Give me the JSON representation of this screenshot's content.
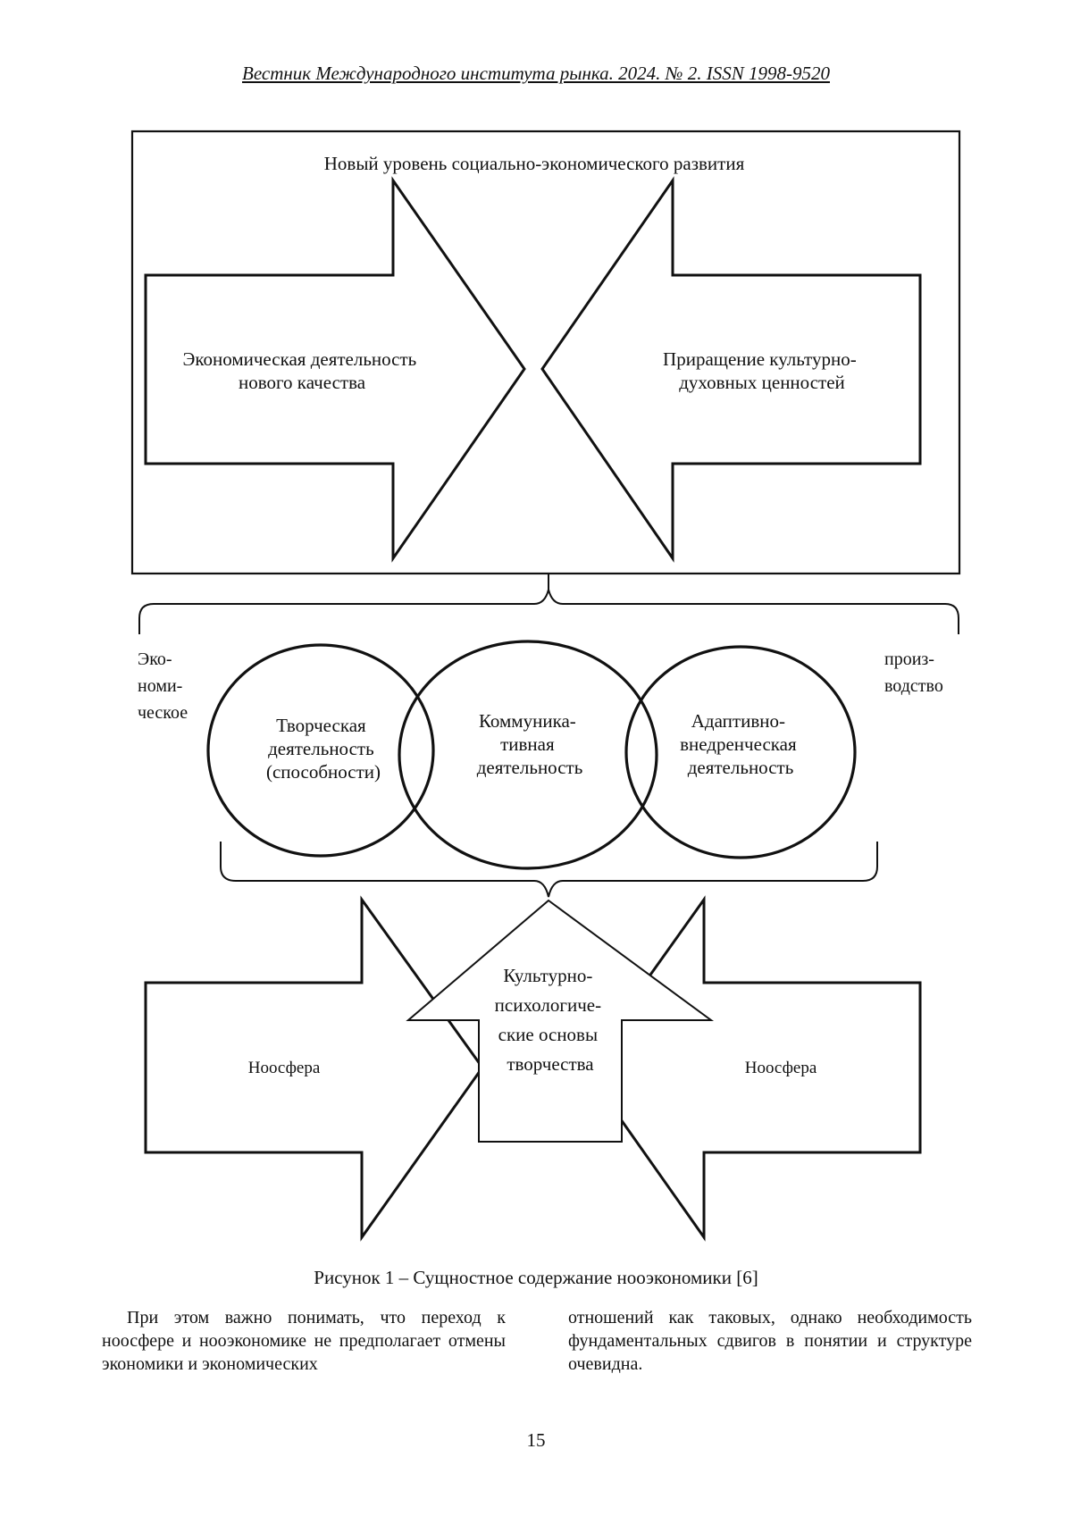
{
  "header": "Вестник Международного института рынка. 2024. № 2. ISSN 1998-9520",
  "figure": {
    "top_title": "Новый уровень социально-экономического развития",
    "left_arrow": [
      "Экономическая деятельность",
      "нового качества"
    ],
    "right_arrow": [
      "Приращение культурно-",
      "духовных ценностей"
    ],
    "side_left": [
      "Эко-",
      "номи-",
      "ческое"
    ],
    "side_right": [
      "произ-",
      "водство"
    ],
    "circle_left": [
      "Творческая",
      "деятельность",
      "(способности)"
    ],
    "circle_middle": [
      "Коммуника-",
      "тивная",
      "деятельность"
    ],
    "circle_right": [
      "Адаптивно-",
      "внедренческая",
      "деятельность"
    ],
    "bottom_left": "Ноосфера",
    "bottom_right": "Ноосфера",
    "up_arrow": [
      "Культурно-",
      "психологиче-",
      "ские основы",
      "творчества"
    ]
  },
  "caption": "Рисунок 1 – Сущностное содержание нооэкономики [6]",
  "body_left": "При этом важно понимать, что переход к ноосфере и нооэкономике не предполагает отмены экономики и экономических",
  "body_right": "отношений как таковых, однако необходимость фундаментальных сдвигов в понятии и структуре очевидна.",
  "page_number": "15"
}
